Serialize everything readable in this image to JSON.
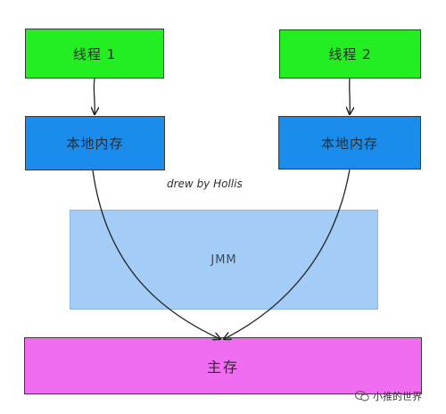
{
  "threads": {
    "thread1": "线程 1",
    "thread2": "线程 2"
  },
  "local_memory": {
    "left": "本地内存",
    "right": "本地内存"
  },
  "jmm_label": "JMM",
  "main_memory": "主存",
  "credit": "drew by Hollis",
  "watermark": "小推的世界",
  "colors": {
    "thread": "#22ee22",
    "local_memory": "#1a8cec",
    "jmm": "#a3cdf7",
    "main_memory": "#f06cf0"
  }
}
